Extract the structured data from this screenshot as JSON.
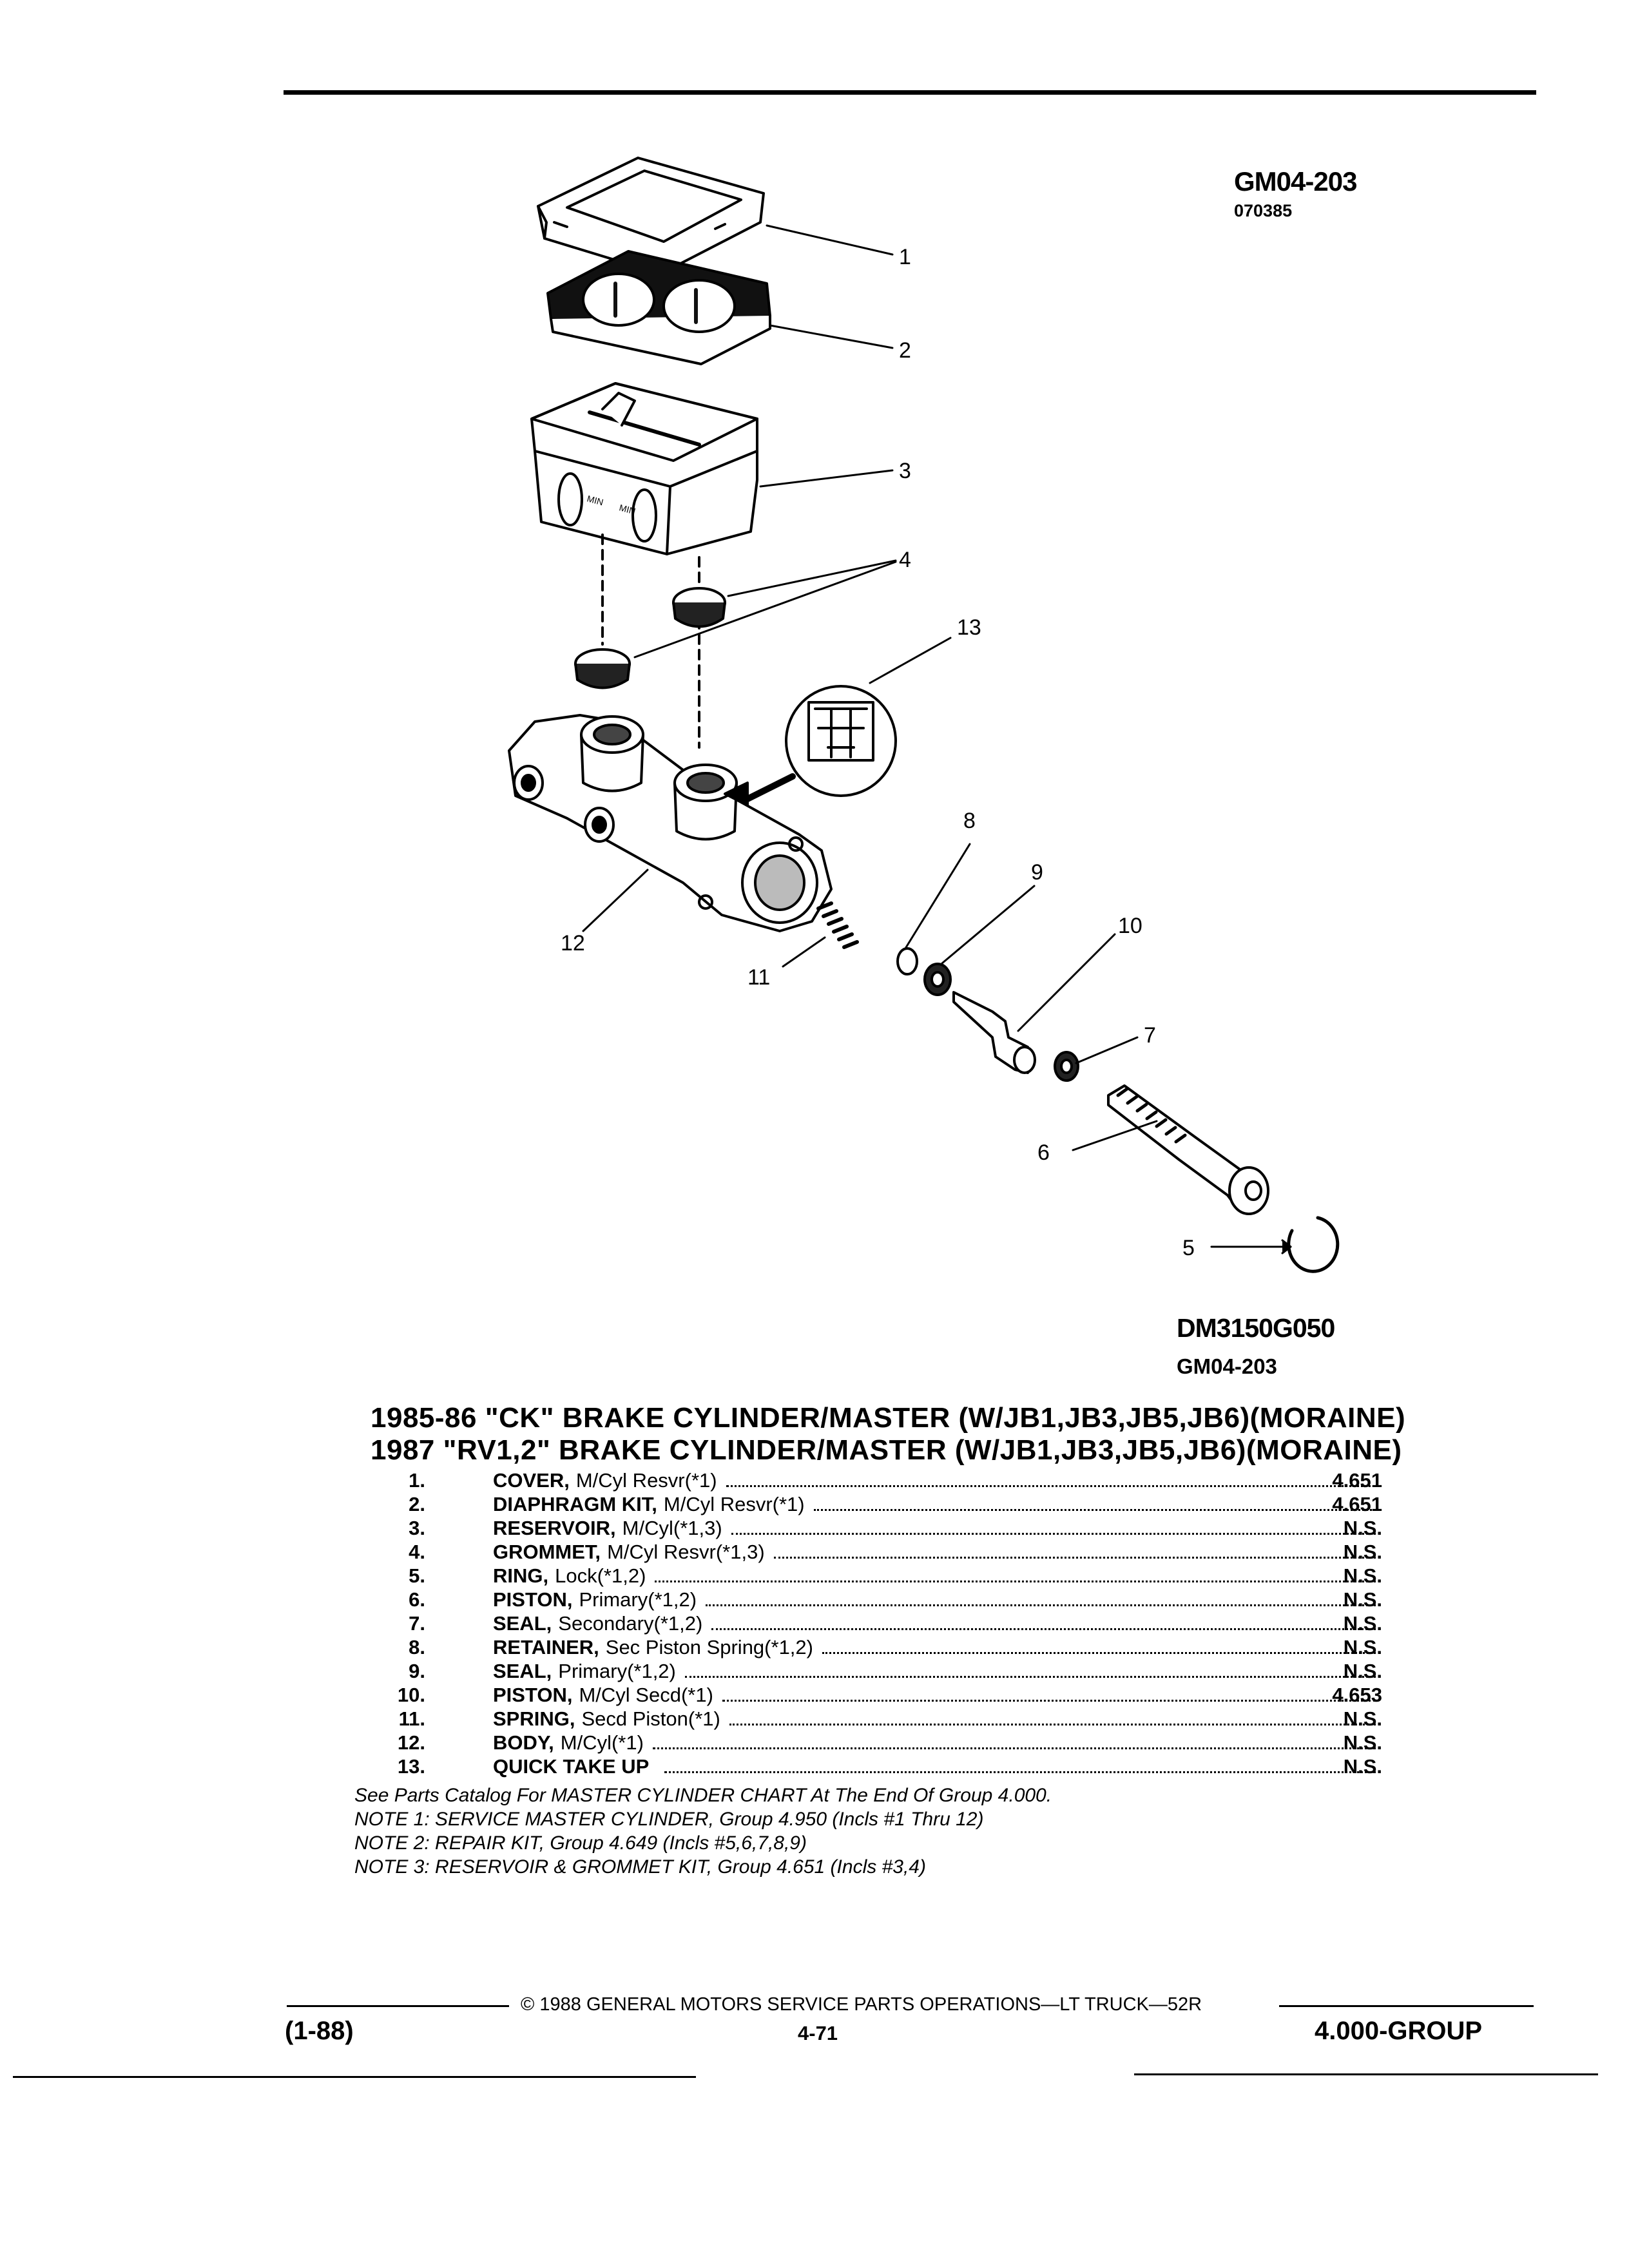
{
  "figure": {
    "id": "GM04-203",
    "date_code": "070385",
    "drawing_code": "DM3150G050",
    "drawing_sub": "GM04-203",
    "callouts": [
      "1",
      "2",
      "3",
      "4",
      "5",
      "6",
      "7",
      "8",
      "9",
      "10",
      "11",
      "12",
      "13"
    ]
  },
  "titles": [
    "1985-86 \"CK\" BRAKE CYLINDER/MASTER (W/JB1,JB3,JB5,JB6)(MORAINE)",
    "1987 \"RV1,2\" BRAKE CYLINDER/MASTER (W/JB1,JB3,JB5,JB6)(MORAINE)"
  ],
  "parts": [
    {
      "num": "1.",
      "name": "COVER,",
      "detail": "M/Cyl Resvr(*1)",
      "group": "4.651"
    },
    {
      "num": "2.",
      "name": "DIAPHRAGM KIT,",
      "detail": "M/Cyl Resvr(*1)",
      "group": "4.651"
    },
    {
      "num": "3.",
      "name": "RESERVOIR,",
      "detail": "M/Cyl(*1,3)",
      "group": "N.S."
    },
    {
      "num": "4.",
      "name": "GROMMET,",
      "detail": "M/Cyl Resvr(*1,3)",
      "group": "N.S."
    },
    {
      "num": "5.",
      "name": "RING,",
      "detail": "Lock(*1,2)",
      "group": "N.S."
    },
    {
      "num": "6.",
      "name": "PISTON,",
      "detail": "Primary(*1,2)",
      "group": "N.S."
    },
    {
      "num": "7.",
      "name": "SEAL,",
      "detail": "Secondary(*1,2)",
      "group": "N.S."
    },
    {
      "num": "8.",
      "name": "RETAINER,",
      "detail": "Sec Piston Spring(*1,2)",
      "group": "N.S."
    },
    {
      "num": "9.",
      "name": "SEAL,",
      "detail": "Primary(*1,2)",
      "group": "N.S."
    },
    {
      "num": "10.",
      "name": "PISTON,",
      "detail": "M/Cyl Secd(*1)",
      "group": "4.653"
    },
    {
      "num": "11.",
      "name": "SPRING,",
      "detail": "Secd Piston(*1)",
      "group": "N.S."
    },
    {
      "num": "12.",
      "name": "BODY,",
      "detail": "M/Cyl(*1)",
      "group": "N.S."
    },
    {
      "num": "13.",
      "name": "QUICK TAKE UP",
      "detail": "",
      "group": "N.S."
    }
  ],
  "notes": [
    "See Parts Catalog For MASTER CYLINDER CHART At The End Of Group 4.000.",
    "NOTE 1: SERVICE MASTER CYLINDER, Group 4.950 (Incls #1 Thru 12)",
    "NOTE 2: REPAIR KIT, Group 4.649 (Incls #5,6,7,8,9)",
    "NOTE 3: RESERVOIR & GROMMET KIT, Group 4.651 (Incls #3,4)"
  ],
  "footer": {
    "copyright": "© 1988 GENERAL MOTORS SERVICE PARTS OPERATIONS—LT TRUCK—52R",
    "date": "(1-88)",
    "page": "4-71",
    "group": "4.000-GROUP"
  }
}
